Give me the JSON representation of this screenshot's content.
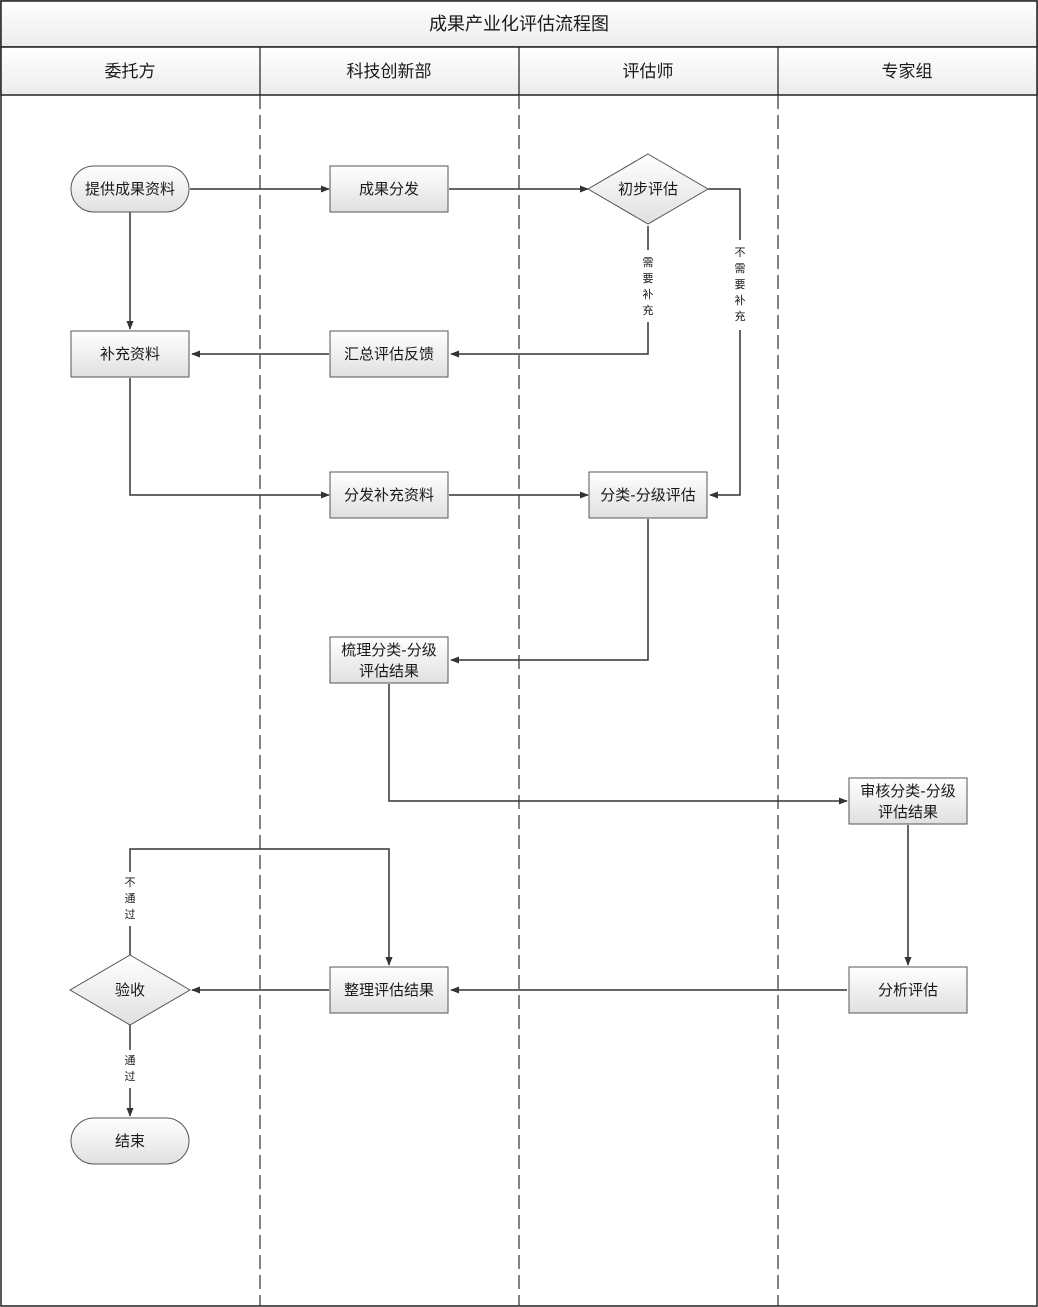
{
  "title": "成果产业化评估流程图",
  "lanes": [
    "委托方",
    "科技创新部",
    "评估师",
    "专家组"
  ],
  "nodes": {
    "provide": "提供成果资料",
    "distribute": "成果分发",
    "initial": "初步评估",
    "supplement": "补充资料",
    "feedback": "汇总评估反馈",
    "dist_supp": "分发补充资料",
    "classify": "分类-分级评估",
    "sort1": "梳理分类-分级",
    "sort2": "评估结果",
    "review1": "审核分类-分级",
    "review2": "评估结果",
    "analyze": "分析评估",
    "organize": "整理评估结果",
    "accept": "验收",
    "end": "结束"
  },
  "edge_labels": {
    "need": [
      "需",
      "要",
      "补",
      "充"
    ],
    "no_need": [
      "不",
      "需",
      "要",
      "补",
      "充"
    ],
    "fail": [
      "不",
      "通",
      "过"
    ],
    "pass": [
      "通",
      "过"
    ]
  },
  "colors": {
    "box_top": "#ffffff",
    "box_bottom": "#e2e2e2",
    "stroke": "#555555",
    "line": "#333333",
    "border": "#222222"
  }
}
